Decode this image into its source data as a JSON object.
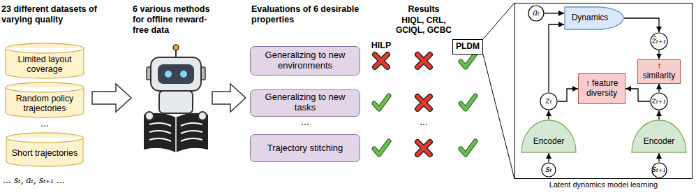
{
  "diagram": {
    "nodes": [
      {
        "text": [
          "Limited layout coverage"
        ]
      },
      {
        "text": [
          "Random policy trajectories"
        ]
      },
      {
        "text": [
          "Short trajectories"
        ]
      },
      {
        "text": [
          "Generalizing to new environments"
        ]
      },
      {
        "text": [
          "Generalizing to new tasks"
        ]
      },
      {
        "text": [
          "Trajectory stitching"
        ]
      },
      {
        "text": [
          "PLDM"
        ]
      },
      {
        "text": [
          "Latent dynamics model learning"
        ]
      },
      {
        "text": [
          "aₜ"
        ],
        "in": 7
      },
      {
        "text": [
          "Dynamics"
        ],
        "in": 7
      },
      {
        "text": [
          "ẑₜ₊₁"
        ],
        "in": 7
      },
      {
        "text": [
          "↑ similarity"
        ],
        "in": 7
      },
      {
        "text": [
          "↑ feature diversity"
        ],
        "in": 7
      },
      {
        "text": [
          "zₜ"
        ],
        "in": 7
      },
      {
        "text": [
          "zₜ₊₁"
        ],
        "in": 7
      },
      {
        "text": [
          "Encoder"
        ],
        "in": 7
      },
      {
        "text": [
          "Encoder"
        ],
        "in": 7
      },
      {
        "text": [
          "sₜ"
        ],
        "in": 7
      },
      {
        "text": [
          "sₜ₊₁"
        ],
        "in": 7
      }
    ],
    "edges": [
      {
        "from": 17,
        "to": 15,
        "arrow": "to"
      },
      {
        "from": 15,
        "to": 13,
        "arrow": "to"
      },
      {
        "from": 13,
        "to": 9,
        "arrow": "to"
      },
      {
        "from": 8,
        "to": 9,
        "arrow": "to"
      },
      {
        "from": 9,
        "to": 10,
        "arrow": "to"
      },
      {
        "from": 10,
        "to": 11,
        "arrow": "to"
      },
      {
        "from": 14,
        "to": 11,
        "arrow": "to"
      },
      {
        "from": 13,
        "to": 12,
        "arrow": "to"
      },
      {
        "from": 14,
        "to": 12,
        "arrow": "to"
      },
      {
        "from": 18,
        "to": 16,
        "arrow": "to"
      },
      {
        "from": 16,
        "to": 14,
        "arrow": "to"
      },
      {
        "from": 6,
        "to": 7,
        "arrow": "none"
      },
      {
        "from": 6,
        "to": 7,
        "arrow": "none"
      }
    ],
    "labels": [
      "23 different datasets of varying quality",
      "...",
      "... sₜ, aₜ, sₜ₊₁ ...",
      "6 various methods for offline reward-free data",
      "Evaluations of 6 desirable properties",
      "...",
      "Results",
      "HILP",
      "HIQL, CRL, GCIQL, GCBC",
      "..."
    ]
  }
}
